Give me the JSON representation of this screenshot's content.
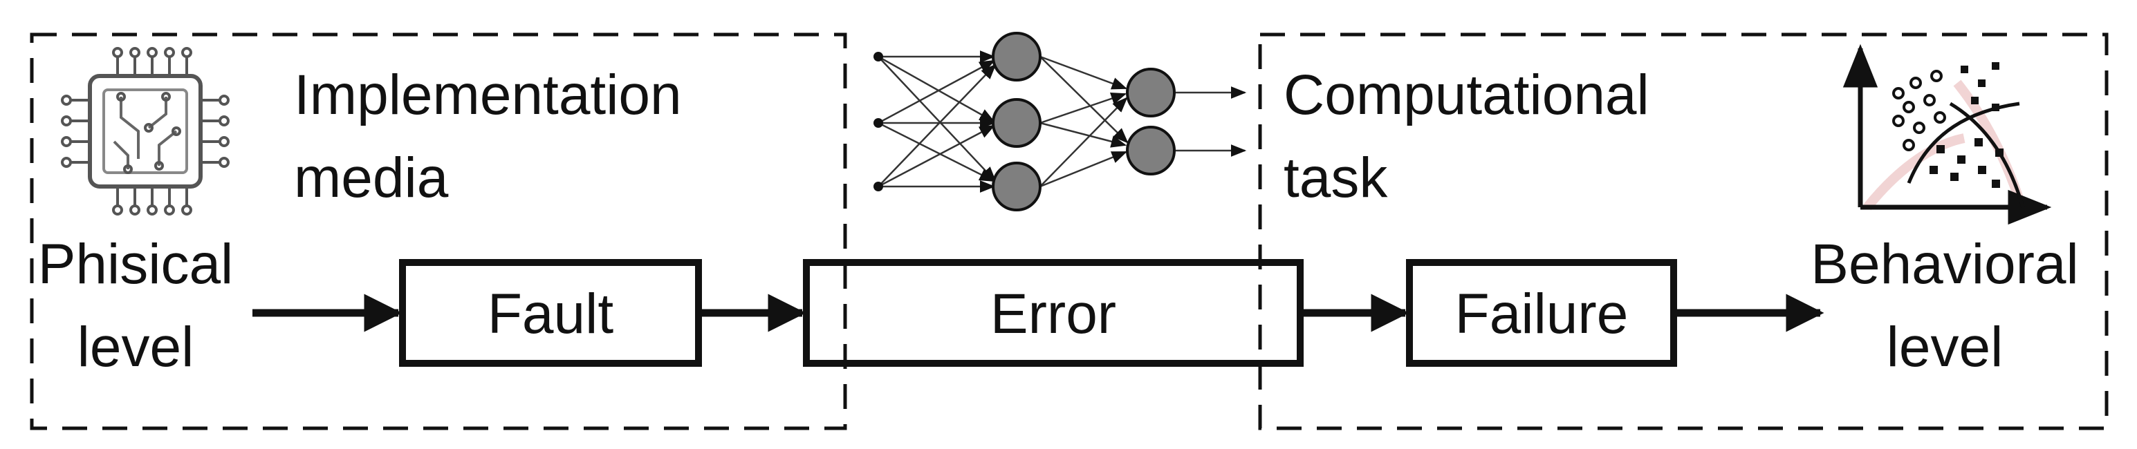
{
  "regions": {
    "implementation": {
      "line1": "Implementation",
      "line2": "media"
    },
    "computational": {
      "line1": "Computational",
      "line2": "task"
    }
  },
  "levels": {
    "physical": {
      "line1": "Phisical",
      "line2": "level"
    },
    "behavioral": {
      "line1": "Behavioral",
      "line2": "level"
    }
  },
  "boxes": {
    "fault": "Fault",
    "error": "Error",
    "failure": "Failure"
  },
  "icons": {
    "chip": "microchip-icon",
    "network": "neural-network-icon",
    "scatter": "classification-scatter-icon"
  },
  "colors": {
    "stroke": "#111111",
    "neuron_fill": "#7f7f7f",
    "background": "#ffffff"
  }
}
